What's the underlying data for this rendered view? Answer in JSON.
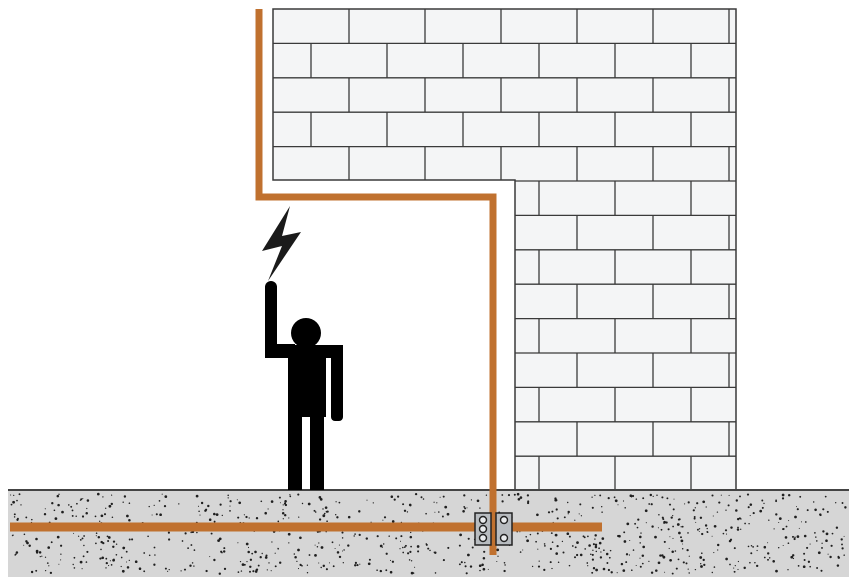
{
  "colors": {
    "background": "#ffffff",
    "brick_fill": "#f4f5f6",
    "brick_mortar": "#3a3a3a",
    "conductor": "#c0712f",
    "ground_fill": "#d6d6d6",
    "ground_specks": "#1f1f1f",
    "person": "#000000",
    "lightning": "#1a1a1a",
    "clamp": "#b8bcc0"
  },
  "elements": {
    "wall": "brick-wall",
    "down_conductor": "copper-down-conductor",
    "earth_electrode": "buried-earth-conductor",
    "clamp": "test-joint-clamp",
    "person": "person-figure",
    "spark": "lightning-bolt-icon",
    "ground": "ground-soil"
  }
}
